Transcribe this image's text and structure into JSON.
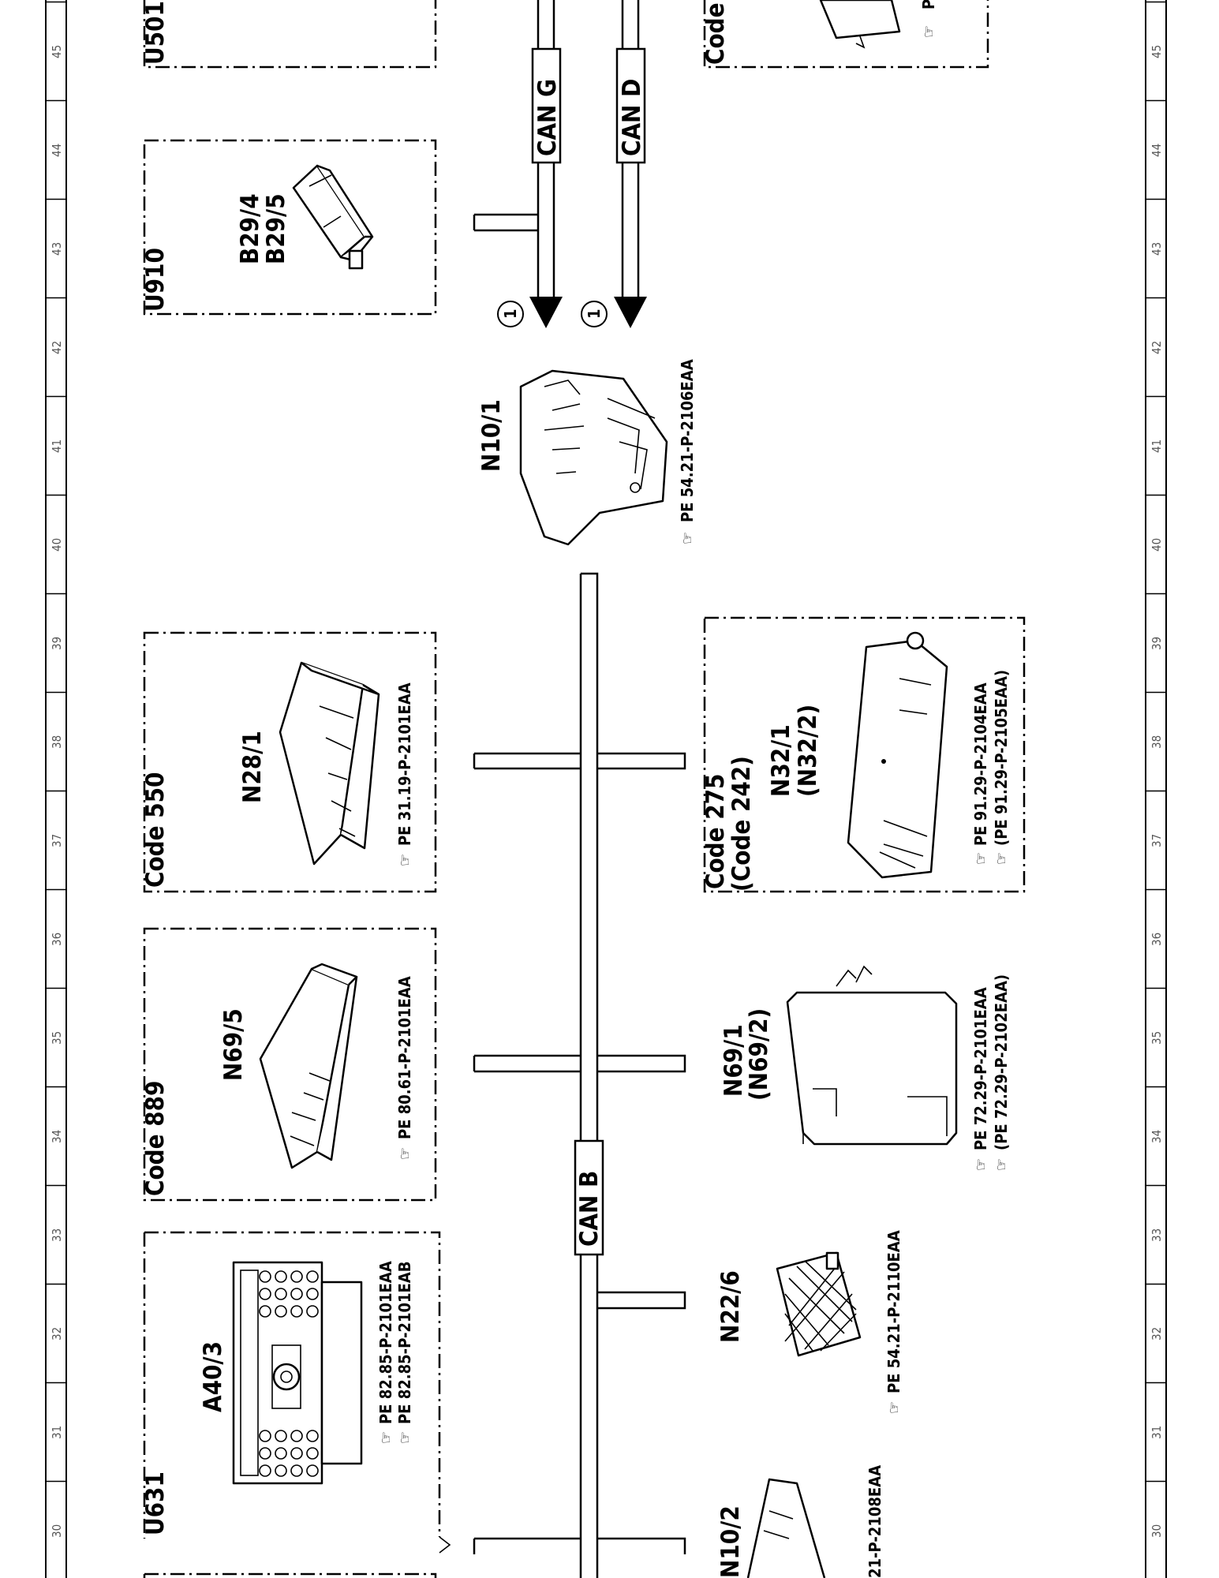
{
  "ruler": {
    "ticks": [
      "30",
      "31",
      "32",
      "33",
      "34",
      "35",
      "36",
      "37",
      "38",
      "39",
      "40",
      "41",
      "42",
      "43",
      "44",
      "45"
    ]
  },
  "boxes": {
    "u501": {
      "label": "U501"
    },
    "u910": {
      "label": "U910"
    },
    "code550": {
      "label": "Code 550"
    },
    "code889": {
      "label": "Code 889"
    },
    "u631": {
      "label": "U631"
    },
    "code_top_right": {
      "label": "Code"
    },
    "code275": {
      "label1": "Code 275",
      "label2": "(Code 242)"
    }
  },
  "components": {
    "b29": {
      "label1": "B29/4",
      "label2": "B29/5"
    },
    "n28_1": {
      "label": "N28/1",
      "ref1": "PE 31.19-P-2101EAA"
    },
    "n69_5": {
      "label": "N69/5",
      "ref1": "PE 80.61-P-2101EAA"
    },
    "a40_3": {
      "label": "A40/3",
      "ref1": "PE 82.85-P-2101EAA",
      "ref2": "PE 82.85-P-2101EAB"
    },
    "n10_1": {
      "label": "N10/1",
      "ref1": "PE 54.21-P-2106EAA"
    },
    "n32_1": {
      "label1": "N32/1",
      "label2": "(N32/2)",
      "ref1": "PE 91.29-P-2104EAA",
      "ref2": "(PE 91.29-P-2105EAA)"
    },
    "n69_1": {
      "label1": "N69/1",
      "label2": "(N69/2)",
      "ref1": "PE 72.29-P-2101EAA",
      "ref2": "(PE 72.29-P-2102EAA)"
    },
    "n22_6": {
      "label": "N22/6",
      "ref1": "PE 54.21-P-2110EAA"
    },
    "n10_2": {
      "label": "N10/2",
      "ref1": "21-P-2108EAA"
    },
    "top_right": {
      "ref1": "P"
    }
  },
  "buses": {
    "can_g": {
      "label": "CAN G",
      "marker": "1"
    },
    "can_d": {
      "label": "CAN D",
      "marker": "1"
    },
    "can_b": {
      "label": "CAN B"
    }
  }
}
